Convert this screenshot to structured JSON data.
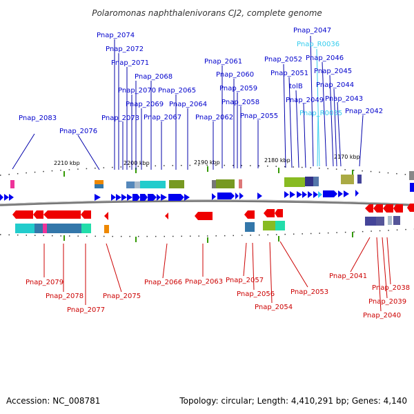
{
  "title": "Polaromonas naphthalenivorans CJ2, complete genome",
  "footer": {
    "accession": "Accession: NC_008781",
    "stats": "Topology: circular; Length: 4,410,291 bp; Genes: 4,140"
  },
  "colors": {
    "forward_label": "#0000cc",
    "reverse_label": "#cc0000",
    "rna_label": "#33ccee",
    "forward_gene": "#0000ee",
    "reverse_gene": "#ee0000"
  },
  "scale_labels": [
    "2210 kbp",
    "2200 kbp",
    "2190 kbp",
    "2180 kbp",
    "2170 kbp"
  ],
  "top_labels": [
    {
      "text": "Pnap_2047",
      "kind": "gene"
    },
    {
      "text": "Pnap_R0036",
      "kind": "rna"
    },
    {
      "text": "Pnap_2074",
      "kind": "gene"
    },
    {
      "text": "Pnap_2072",
      "kind": "gene"
    },
    {
      "text": "Pnap_2046",
      "kind": "gene"
    },
    {
      "text": "Pnap_2071",
      "kind": "gene"
    },
    {
      "text": "Pnap_2052",
      "kind": "gene"
    },
    {
      "text": "Pnap_2061",
      "kind": "gene"
    },
    {
      "text": "Pnap_2045",
      "kind": "gene"
    },
    {
      "text": "Pnap_2068",
      "kind": "gene"
    },
    {
      "text": "Pnap_2051",
      "kind": "gene"
    },
    {
      "text": "Pnap_2060",
      "kind": "gene"
    },
    {
      "text": "Pnap_2044",
      "kind": "gene"
    },
    {
      "text": "Pnap_2070",
      "kind": "gene"
    },
    {
      "text": "Pnap_2065",
      "kind": "gene"
    },
    {
      "text": "tolB",
      "kind": "gene"
    },
    {
      "text": "Pnap_2059",
      "kind": "gene"
    },
    {
      "text": "Pnap_2043",
      "kind": "gene"
    },
    {
      "text": "Pnap_2049",
      "kind": "gene"
    },
    {
      "text": "Pnap_2069",
      "kind": "gene"
    },
    {
      "text": "Pnap_2064",
      "kind": "gene"
    },
    {
      "text": "Pnap_2058",
      "kind": "gene"
    },
    {
      "text": "Pnap_2042",
      "kind": "gene"
    },
    {
      "text": "Pnap_R0035",
      "kind": "rna"
    },
    {
      "text": "Pnap_2083",
      "kind": "gene"
    },
    {
      "text": "Pnap_2073",
      "kind": "gene"
    },
    {
      "text": "Pnap_2067",
      "kind": "gene"
    },
    {
      "text": "Pnap_2062",
      "kind": "gene"
    },
    {
      "text": "Pnap_2055",
      "kind": "gene"
    },
    {
      "text": "Pnap_2076",
      "kind": "gene"
    }
  ],
  "bottom_labels": [
    {
      "text": "Pnap_2079"
    },
    {
      "text": "Pnap_2066"
    },
    {
      "text": "Pnap_2063"
    },
    {
      "text": "Pnap_2057"
    },
    {
      "text": "Pnap_2053"
    },
    {
      "text": "Pnap_2041"
    },
    {
      "text": "Pnap_2078"
    },
    {
      "text": "Pnap_2056"
    },
    {
      "text": "Pnap_2075"
    },
    {
      "text": "Pnap_2038"
    },
    {
      "text": "Pnap_2039"
    },
    {
      "text": "Pnap_2077"
    },
    {
      "text": "Pnap_2054"
    },
    {
      "text": "Pnap_2040"
    }
  ]
}
